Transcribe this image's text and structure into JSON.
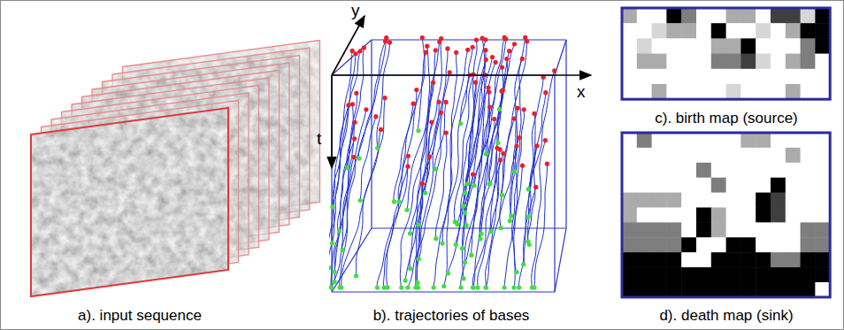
{
  "diagram": {
    "labels": [
      "y",
      "x",
      "t",
      "a). input sequence",
      "b). trajectories of bases",
      "c). birth map (source)",
      "d). death map (sink)"
    ]
  }
}
